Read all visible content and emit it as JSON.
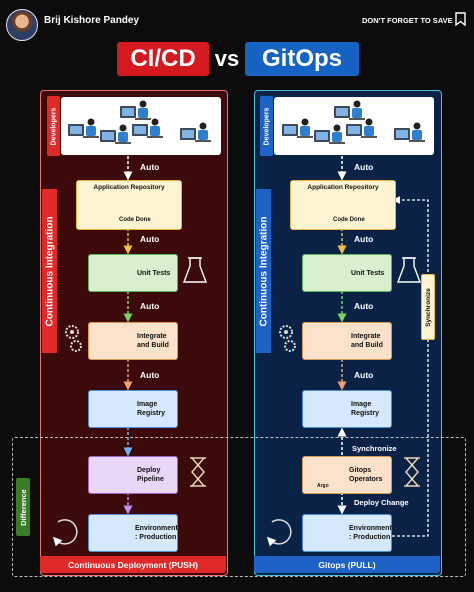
{
  "header": {
    "author": "Brij Kishore Pandey",
    "save_note": "DON'T FORGET TO SAVE"
  },
  "title": {
    "left": "CI/CD",
    "middle": "vs",
    "right": "GitOps"
  },
  "left": {
    "developers_label": "Developers",
    "ci_label": "Continuous Integration",
    "auto_labels": [
      "Auto",
      "Auto",
      "Auto",
      "Auto"
    ],
    "repo_title": "Application Repository",
    "repo_sub": "Code Done",
    "unit_tests": "Unit Tests",
    "integrate_line1": "Integrate",
    "integrate_line2": "and Build",
    "image_line1": "Image",
    "image_line2": "Registry",
    "deploy_line1": "Deploy",
    "deploy_line2": "Pipeline",
    "env_line1": "Environment",
    "env_line2": ": Production",
    "bottom_label": "Continuous Deployment (PUSH)"
  },
  "right": {
    "developers_label": "Developers",
    "ci_label": "Continuous Integration",
    "auto_labels": [
      "Auto",
      "Auto",
      "Auto",
      "Auto"
    ],
    "repo_title": "Application Repository",
    "repo_sub": "Code Done",
    "unit_tests": "Unit Tests",
    "integrate_line1": "Integrate",
    "integrate_line2": "and Build",
    "image_line1": "Image",
    "image_line2": "Registry",
    "synchronize_vertical": "Synchronize",
    "synchronize_label": "Synchronize",
    "gitops_line1": "Gitops",
    "gitops_line2": "Operators",
    "argo_label": "Argo",
    "deploy_change": "Deploy Change",
    "env_line1": "Environment",
    "env_line2": ": Production",
    "bottom_label": "Gitops (PULL)"
  },
  "difference_label": "Difference",
  "colors": {
    "red": "#e02a2a",
    "blue": "#1f62c6",
    "green": "#3b7d24",
    "left_panel": "#3c0a0a",
    "right_panel": "#0b2247"
  },
  "icons": [
    "developer-icon",
    "repository-icon",
    "git-icon",
    "test-tube-icon",
    "flask-icon",
    "gear-icon",
    "docker-icon",
    "pipeline-icon",
    "hourglass-icon",
    "kubernetes-icon",
    "cycle-icon",
    "argo-icon",
    "bookmark-icon"
  ]
}
